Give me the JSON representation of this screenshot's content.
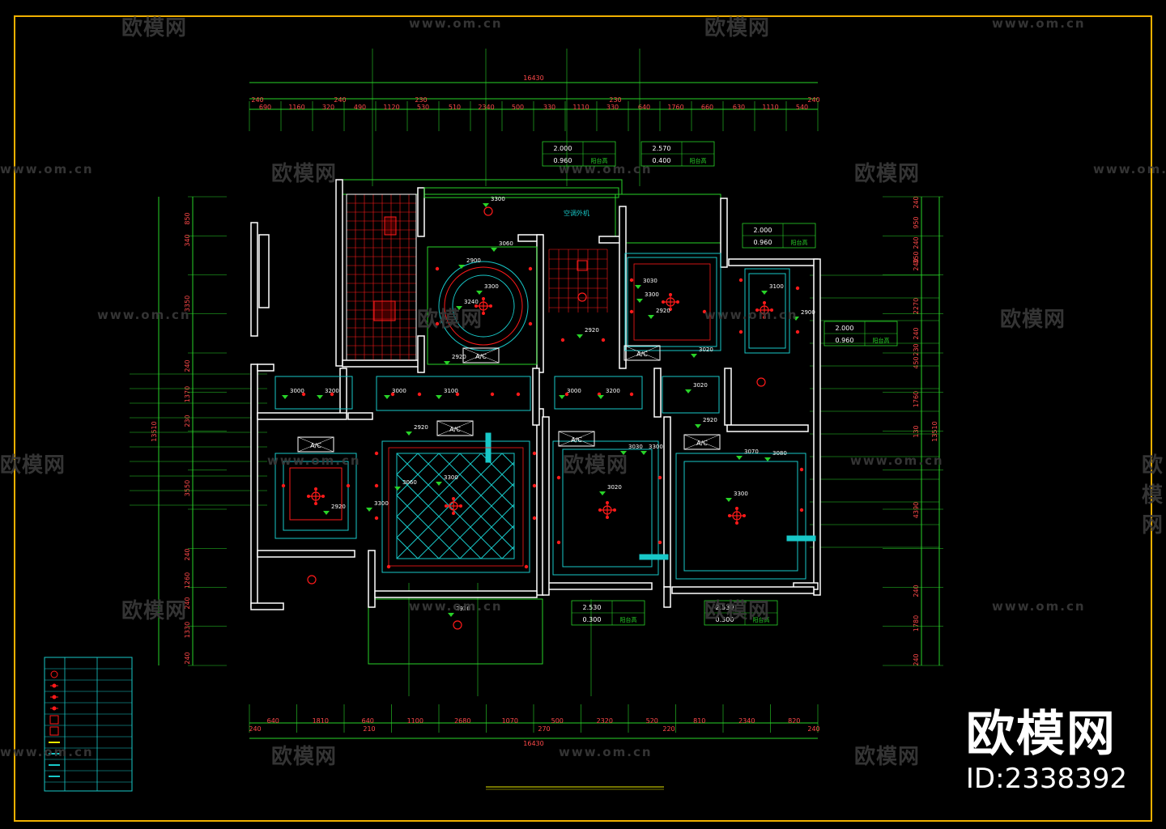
{
  "colors": {
    "bg": "#000000",
    "frame": "#f0b000",
    "wall": "#ffffff",
    "green": "#28d228",
    "cyan": "#18c8c8",
    "red": "#ff1a1a",
    "dim": "#ff4a4a",
    "yellow": "#e8e800"
  },
  "brand": {
    "name": "欧模网",
    "id": "ID:2338392"
  },
  "watermarks": {
    "logo": "欧模网",
    "url": "www.om.cn"
  },
  "dims": {
    "total": "16430",
    "top_outer": [
      "240",
      "240",
      "230",
      "230",
      "240"
    ],
    "top_inner": [
      "690",
      "1160",
      "320",
      "490",
      "1120",
      "530",
      "510",
      "2340",
      "500",
      "330",
      "1110",
      "330",
      "640",
      "1760",
      "660",
      "630",
      "1110",
      "540"
    ],
    "bottom_inner": [
      "640",
      "1810",
      "640",
      "1100",
      "2680",
      "1070",
      "500",
      "2320",
      "520",
      "810",
      "2340",
      "820"
    ],
    "bottom_outer": [
      "240",
      "210",
      "270",
      "220",
      "240"
    ],
    "left": [
      "850",
      "340",
      "3350",
      "240",
      "1370",
      "230",
      "3550",
      "240",
      "1260",
      "240",
      "1330",
      "240"
    ],
    "left_total": "13510",
    "right": [
      "240",
      "950",
      "240",
      "350",
      "240",
      "2270",
      "240",
      "230",
      "450",
      "1760",
      "130",
      "4390",
      "240",
      "1780",
      "240"
    ],
    "right_total": "13510"
  },
  "heights": [
    "3300",
    "3060",
    "2900",
    "3300",
    "3240",
    "2920",
    "2920",
    "3020",
    "3030",
    "3300",
    "2920",
    "3100",
    "2900",
    "3000",
    "3200",
    "3000",
    "3100",
    "3000",
    "3200",
    "3020",
    "2920",
    "2920",
    "3060",
    "3300",
    "2920",
    "3300",
    "3020",
    "3030",
    "3300",
    "3300",
    "3070",
    "3080",
    "2920"
  ],
  "ac_label": "A/C",
  "level_boxes": [
    {
      "a": "2.000",
      "b": "0.960",
      "c": "阳台高"
    },
    {
      "a": "2.570",
      "b": "0.400",
      "c": "阳台高"
    },
    {
      "a": "2.000",
      "b": "0.960",
      "c": "阳台高"
    },
    {
      "a": "2.000",
      "b": "0.960",
      "c": "阳台高"
    },
    {
      "a": "2.530",
      "b": "0.300",
      "c": "阳台高"
    },
    {
      "a": "2.530",
      "b": "0.300",
      "c": "阳台高"
    }
  ],
  "room_label": "空调外机"
}
